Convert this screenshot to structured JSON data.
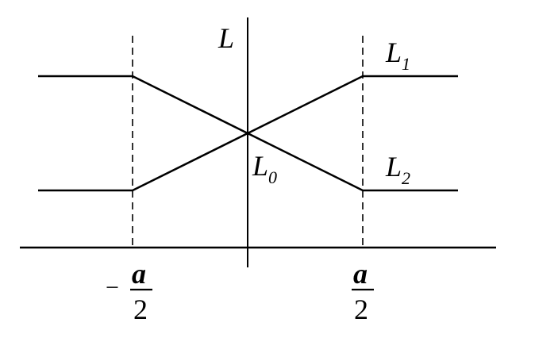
{
  "labels": {
    "axis_L": "L",
    "L1_main": "L",
    "L1_sub": "1",
    "L2_main": "L",
    "L2_sub": "2",
    "L0_main": "L",
    "L0_sub": "0",
    "left_minus": "−",
    "left_num": "a",
    "left_den": "2",
    "right_num": "a",
    "right_den": "2"
  },
  "colors": {
    "stroke": "#000000",
    "background": "#ffffff"
  }
}
